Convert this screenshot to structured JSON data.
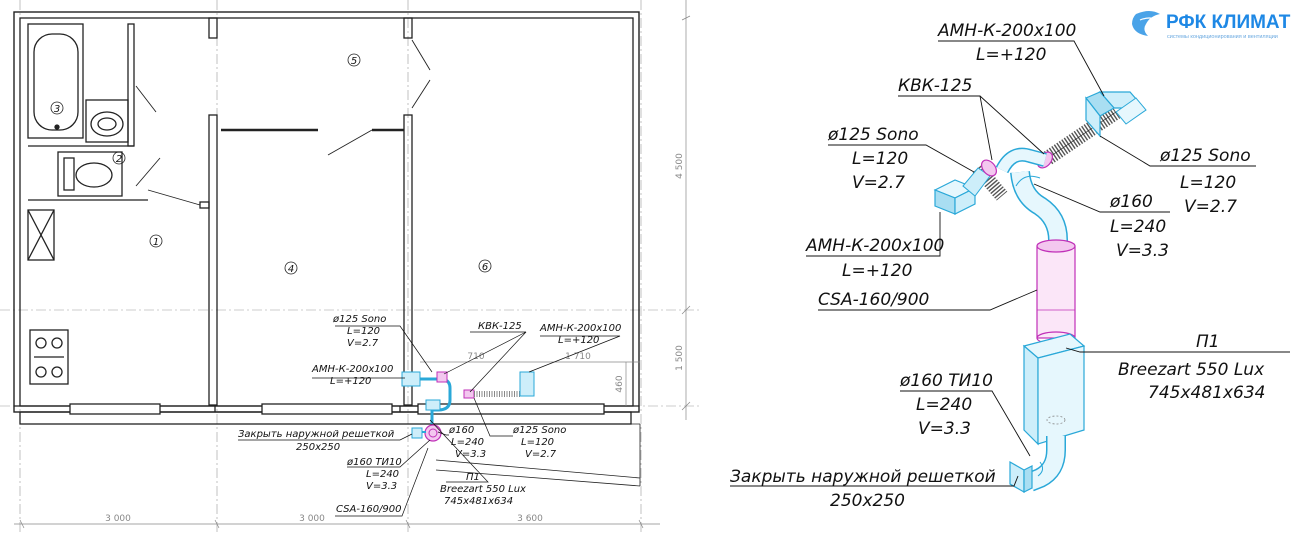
{
  "logo": {
    "title": "РФК КЛИМАТ",
    "subtitle": "системы кондиционирования и вентиляции"
  },
  "plan": {
    "rooms": [
      "3",
      "2",
      "1",
      "4",
      "5",
      "6"
    ],
    "dims": [
      "3 000",
      "3 000",
      "3 600",
      "4 500",
      "1 500",
      "710",
      "1 710",
      "460"
    ],
    "labels": {
      "o125_left": [
        "ø125 Sono",
        "L=120",
        "V=2.7"
      ],
      "kvk": "КВК-125",
      "amn_right": [
        "АМН-К-200х100",
        "L=+120"
      ],
      "amn_left": [
        "АМН-К-200х100",
        "L=+120"
      ],
      "grille": [
        "Закрыть наружной решеткой",
        "250х250"
      ],
      "ti10": [
        "ø160 ТИ10",
        "L=240",
        "V=3.3"
      ],
      "o160": [
        "ø160",
        "L=240",
        "V=3.3"
      ],
      "o125_right": [
        "ø125 Sono",
        "L=120",
        "V=2.7"
      ],
      "unit": [
        "П1",
        "Breezart 550 Lux",
        "745х481х634"
      ],
      "csa": "CSA-160/900"
    }
  },
  "scheme": {
    "labels": {
      "amn_top": [
        "АМН-К-200х100",
        "L=+120"
      ],
      "kvk": "КВК-125",
      "o125_left": [
        "ø125 Sono",
        "L=120",
        "V=2.7"
      ],
      "o125_right": [
        "ø125 Sono",
        "L=120",
        "V=2.7"
      ],
      "o160": [
        "ø160",
        "L=240",
        "V=3.3"
      ],
      "amn_left": [
        "АМН-К-200х100",
        "L=+120"
      ],
      "csa": "CSA-160/900",
      "unit": [
        "П1",
        "Breezart 550 Lux",
        "745х481х634"
      ],
      "ti10": [
        "ø160 ТИ10",
        "L=240",
        "V=3.3"
      ],
      "grille": [
        "Закрыть наружной решеткой",
        "250х250"
      ]
    }
  },
  "colors": {
    "duct_cyan": "#2aa8d8",
    "fitting_magenta": "#c030b8",
    "logo_blue": "#1e88e5"
  }
}
